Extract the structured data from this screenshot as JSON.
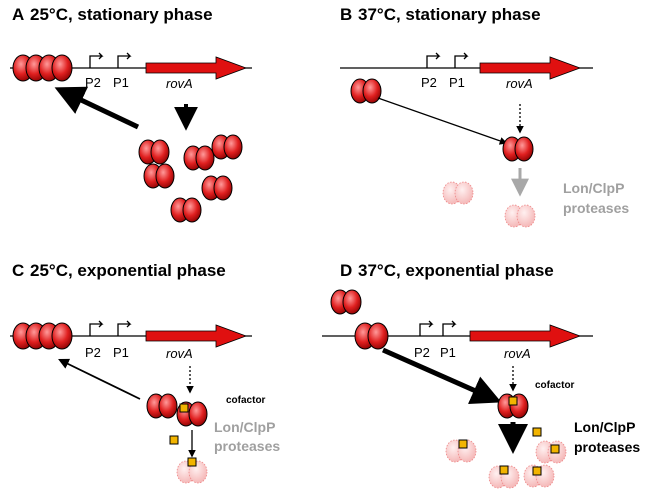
{
  "panels": [
    {
      "letter": "A",
      "title": "25°C, stationary phase"
    },
    {
      "letter": "B",
      "title": "37°C, stationary phase"
    },
    {
      "letter": "C",
      "title": "25°C, exponential phase"
    },
    {
      "letter": "D",
      "title": "37°C, exponential phase"
    }
  ],
  "labels": {
    "p2": "P2",
    "p1": "P1",
    "gene": "rovA",
    "protease_line1": "Lon/ClpP",
    "protease_line2": "proteases",
    "cofactor": "cofactor"
  },
  "colors": {
    "protein_fill": "#e02020",
    "protein_faded": "#f6c4c4",
    "gene_arrow": "#e01010",
    "cofactor": "#f2b400",
    "faded_text": "#a0a0a0",
    "faded_arrow": "#a8a8a8"
  },
  "legend": {
    "protein_icon": "rovA-protein-icon",
    "cofactor_icon": "cofactor-square-icon",
    "promoter_icon": "promoter-flag-icon"
  }
}
